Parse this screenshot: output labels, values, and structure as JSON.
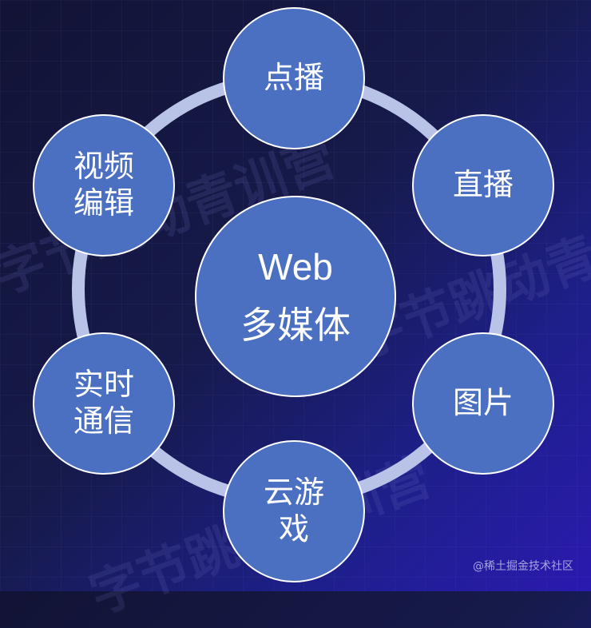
{
  "center": {
    "line1": "Web",
    "line2": "多媒体"
  },
  "nodes": [
    {
      "id": "vod",
      "lines": [
        "点播"
      ]
    },
    {
      "id": "live",
      "lines": [
        "直播"
      ]
    },
    {
      "id": "image",
      "lines": [
        "图片"
      ]
    },
    {
      "id": "cloud-gaming",
      "lines": [
        "云游",
        "戏"
      ]
    },
    {
      "id": "rtc",
      "lines": [
        "实时",
        "通信"
      ]
    },
    {
      "id": "video-editing",
      "lines": [
        "视频",
        "编辑"
      ]
    }
  ],
  "watermark": "字节跳动青训营",
  "credit": "@稀土掘金技术社区",
  "colors": {
    "node_fill": "#4b6fc1",
    "ring": "#b9c3e8",
    "background": "#161a4a"
  }
}
